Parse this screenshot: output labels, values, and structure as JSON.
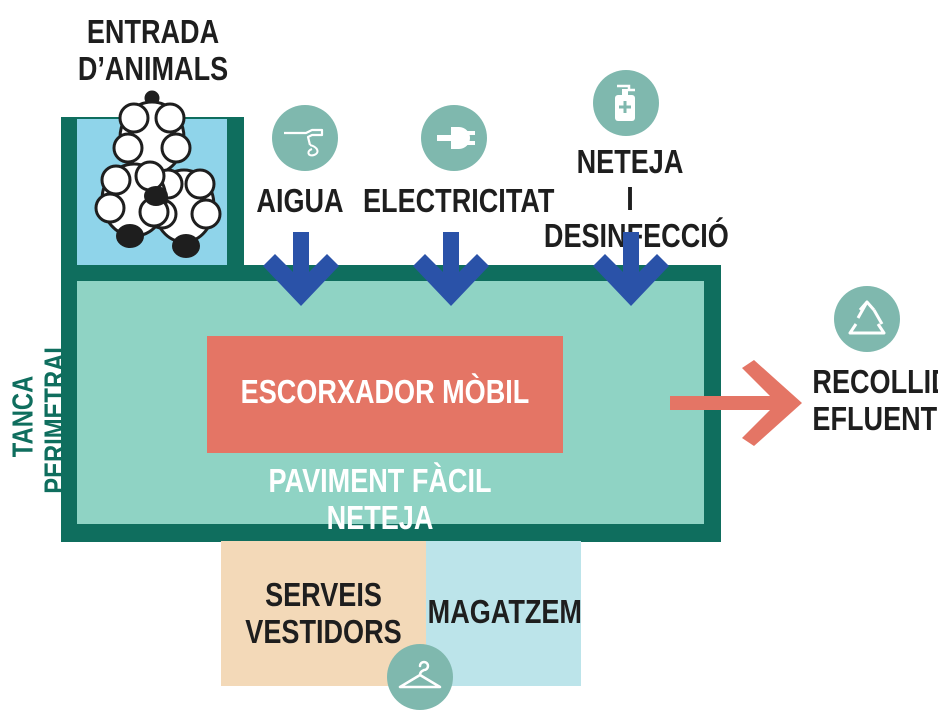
{
  "labels": {
    "animal_entry": "ENTRADA\nD’ANIMALS",
    "water": "AIGUA",
    "electricity": "ELECTRICITAT",
    "cleaning": "NETEJA\nI DESINFECCIÓ",
    "slaughterhouse": "ESCORXADOR MÒBIL",
    "floor": "PAVIMENT FÀCIL NETEJA",
    "effluents": "RECOLLIDA\nEFLUENTS",
    "fence": "TANCA PERIMETRAL",
    "services": "SERVEIS\nVESTIDORS",
    "storage": "MAGATZEM"
  },
  "colors": {
    "fence_dark_green": "#0f6e5e",
    "floor_mint": "#8fd3c4",
    "entry_blue": "#8fd4ea",
    "slaughter_salmon": "#e47565",
    "arrow_blue": "#2a52a8",
    "icon_teal": "#7fb8ae",
    "services_beige": "#f3d9b8",
    "storage_lightblue": "#bce4ea"
  },
  "icons": [
    "sheep-icon",
    "pressure-washer-icon",
    "plug-icon",
    "sanitizer-bottle-icon",
    "recycle-icon",
    "hanger-icon"
  ]
}
